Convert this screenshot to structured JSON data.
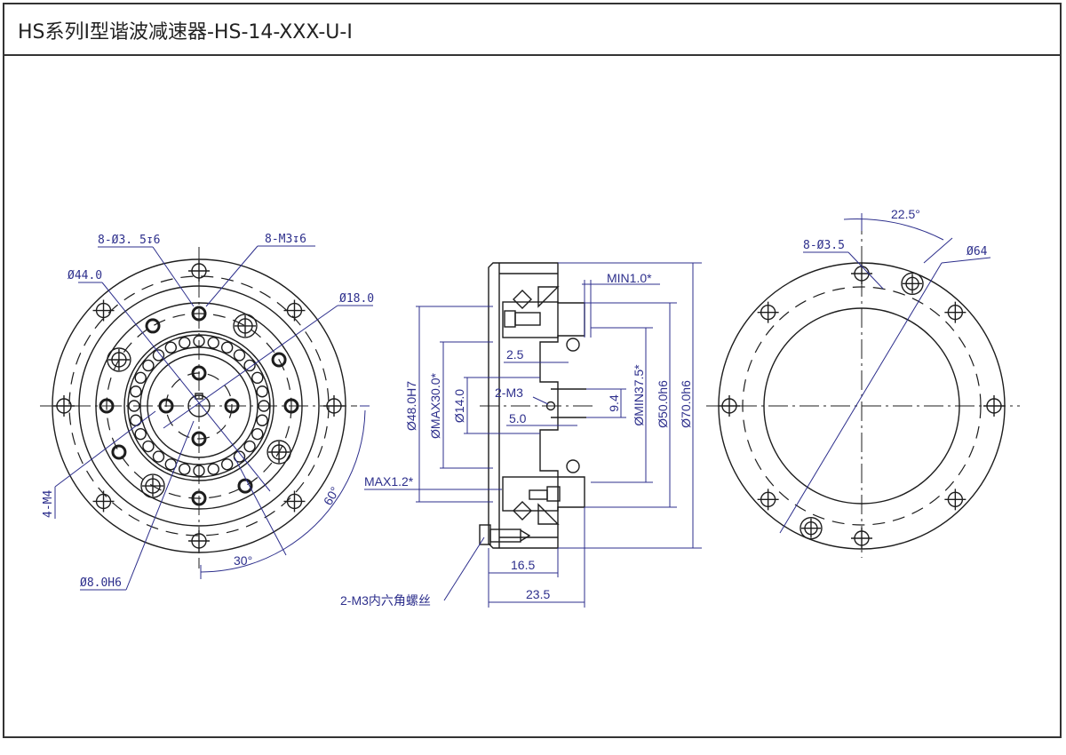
{
  "title": "HS系列I型谐波减速器-HS-14-XXX-U-I",
  "colors": {
    "dimension": "#2d2f8c",
    "outline": "#1d1d1d",
    "frame": "#333333"
  },
  "front_view": {
    "hole_label": "8-Ø3. 5↧6",
    "thread_label": "8-M3↧6",
    "pcd_44": "Ø44.0",
    "pcd_18": "Ø18.0",
    "m4_label": "4-M4",
    "bore_label": "Ø8.0H6",
    "angle_30": "30°",
    "angle_60": "60°"
  },
  "section_view": {
    "min_gap": "MIN1.0*",
    "dim_2_5": "2.5",
    "m3_label": "2-M3",
    "dim_5_0": "5.0",
    "max_gap": "MAX1.2*",
    "dim_16_5": "16.5",
    "dim_23_5": "23.5",
    "screw_label": "2-M3内六角螺丝",
    "d48": "Ø48.0H7",
    "dmax30": "ØMAX30.0*",
    "d14": "Ø14.0",
    "dim_9_4": "9.4",
    "dmin37": "ØMIN37.5*",
    "d50": "Ø50.0h6",
    "d70": "Ø70.0h6"
  },
  "rear_view": {
    "angle_22_5": "22.5°",
    "hole_label": "8-Ø3.5",
    "pcd_64": "Ø64"
  }
}
